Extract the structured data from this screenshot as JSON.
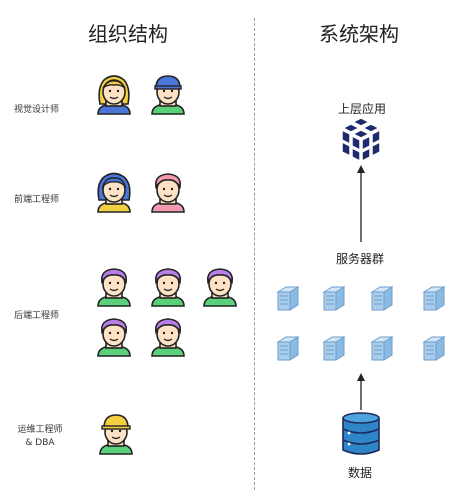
{
  "left": {
    "title": "组织结构",
    "roles": [
      {
        "label": "视觉设计师",
        "avatars": [
          "woman-avatar",
          "man-avatar"
        ]
      },
      {
        "label": "前端工程师",
        "avatars": [
          "woman-avatar",
          "man-avatar"
        ]
      },
      {
        "label": "后端工程师",
        "avatars": [
          "man-avatar",
          "man-avatar",
          "man-avatar",
          "man-avatar",
          "man-avatar"
        ]
      },
      {
        "label_line1": "运维工程师",
        "label_line2": "& DBA",
        "avatars": [
          "man-avatar"
        ]
      }
    ]
  },
  "right": {
    "title": "系统架构",
    "app_label": "上层应用",
    "servers_label": "服务器群",
    "db_label": "数据"
  },
  "colors": {
    "app_icon": "#1f2a6e",
    "server": "#a9cdea",
    "server_dark": "#6c9fcf",
    "database": "#2e86c9",
    "purple_hair": "#b77ee6",
    "yellow_hair": "#f4cf3f",
    "blue_hair": "#4a76d9",
    "skin": "#fde2c6",
    "pink_hair": "#f39aac"
  },
  "icons": [
    "cube-cluster-icon",
    "server-rack-icon",
    "database-icon",
    "arrow-up-icon"
  ]
}
